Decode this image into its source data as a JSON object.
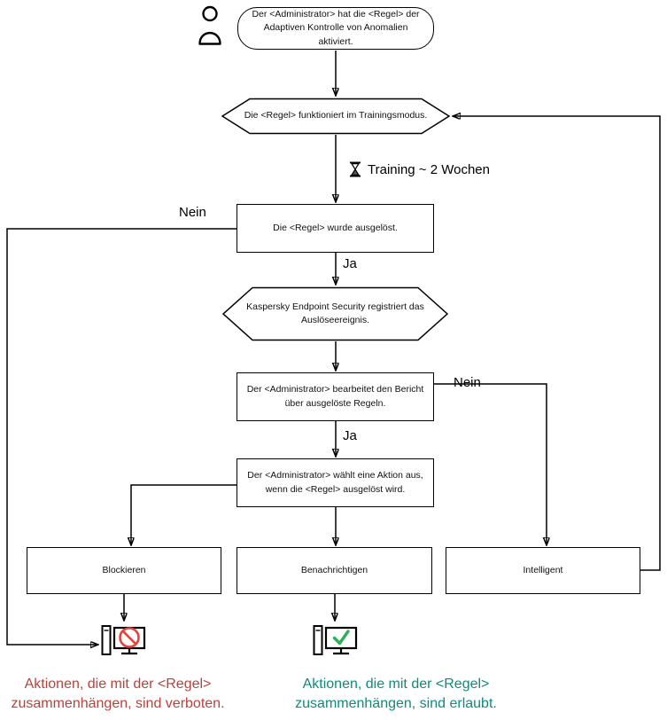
{
  "nodes": {
    "start": "Der <Administrator> hat die <Regel> der Adaptiven Kontrolle von Anomalien aktiviert.",
    "training_mode": "Die <Regel> funktioniert im Trainingsmodus.",
    "rule_triggered": "Die <Regel> wurde ausgelöst.",
    "event_registered": "Kaspersky Endpoint Security registriert das Auslöseereignis.",
    "report_review": "Der <Administrator> bearbeitet den Bericht über ausgelöste Regeln.",
    "choose_action": "Der <Administrator> wählt eine Aktion aus, wenn die <Regel> ausgelöst wird.",
    "action_block": "Blockieren",
    "action_notify": "Benachrichtigen",
    "action_smart": "Intelligent"
  },
  "labels": {
    "no_left": "Nein",
    "yes_after_trigger": "Ja",
    "no_right": "Nein",
    "yes_after_report": "Ja",
    "training_duration": "Training ~ 2 Wochen"
  },
  "results": {
    "forbidden": "Aktionen, die mit der <Regel> zusammenhängen, sind verboten.",
    "allowed": "Aktionen, die mit der <Regel> zusammenhängen, sind erlaubt."
  },
  "colors": {
    "forbidden_text": "#b5443c",
    "allowed_text": "#0f8a7c",
    "prohibit_sign": "#e2443c",
    "check_sign": "#2fae57",
    "line": "#000000"
  },
  "icons": {
    "person": "person-icon",
    "hourglass": "hourglass-icon",
    "blocked_computer": "blocked-computer-icon",
    "allowed_computer": "allowed-computer-icon"
  }
}
